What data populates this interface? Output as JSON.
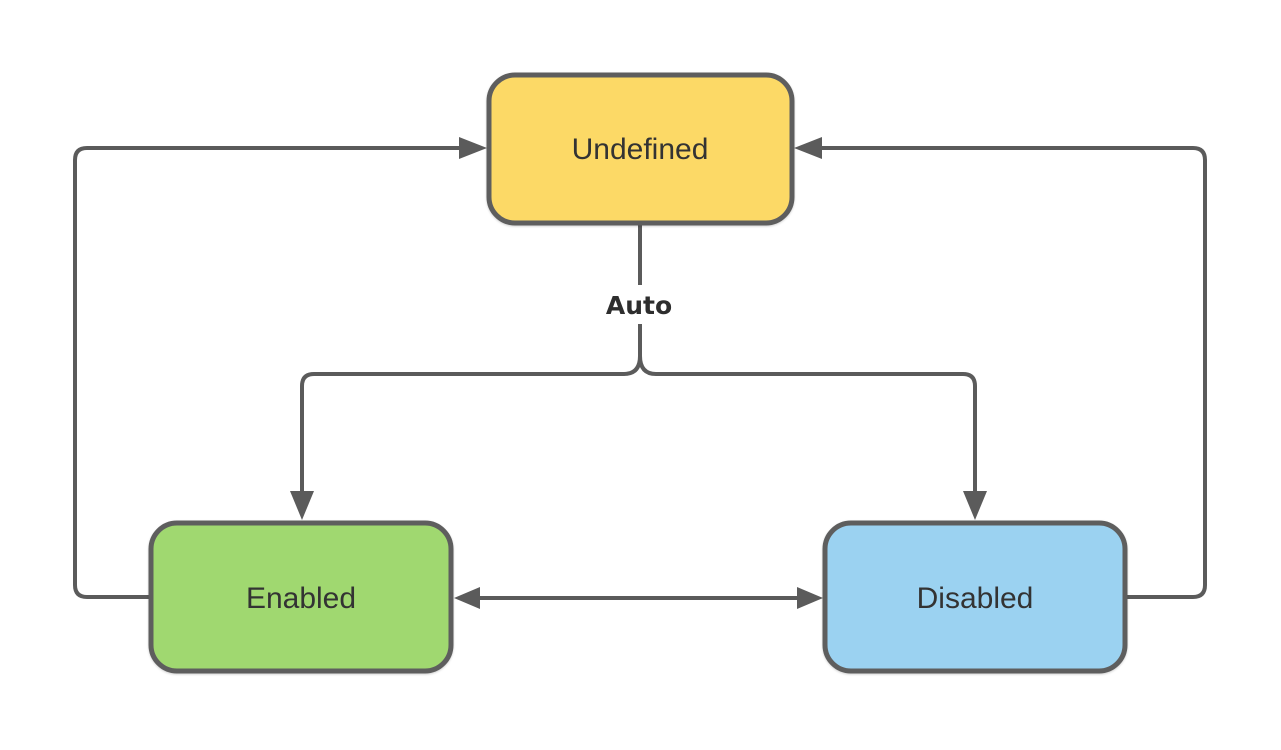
{
  "diagram": {
    "title": "state-diagram",
    "background_color": "#ffffff",
    "line_color": "#5b5b5b",
    "node_border_color": "#5e5e5e",
    "node_text_color": "#333333",
    "edge_label_text_color": "#2e2e2e",
    "edge_label_background": "#ffffff",
    "nodes": [
      {
        "id": "undefined",
        "label": "Undefined",
        "fill": "#fcd966"
      },
      {
        "id": "enabled",
        "label": "Enabled",
        "fill": "#a0d870"
      },
      {
        "id": "disabled",
        "label": "Disabled",
        "fill": "#9bd2f1"
      }
    ],
    "edges": [
      {
        "id": "undefined-branch",
        "from": "undefined",
        "to": "enabled,disabled",
        "label": "Auto",
        "arrows": "into enabled top and disabled top"
      },
      {
        "id": "enabled-to-undefined",
        "from": "enabled",
        "to": "undefined",
        "label": "",
        "arrows": "into undefined left side"
      },
      {
        "id": "disabled-to-undefined",
        "from": "disabled",
        "to": "undefined",
        "label": "",
        "arrows": "into undefined right side"
      },
      {
        "id": "enabled-disabled-bidirectional",
        "from": "enabled",
        "to": "disabled",
        "label": "",
        "arrows": "both ends"
      }
    ]
  }
}
